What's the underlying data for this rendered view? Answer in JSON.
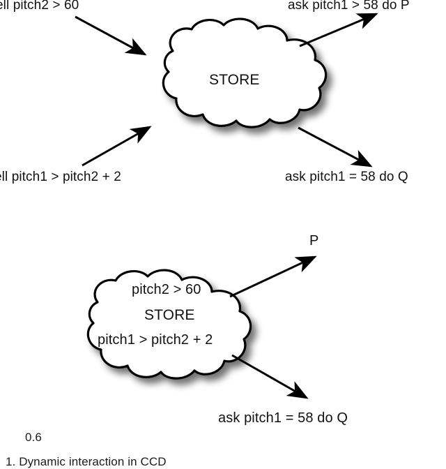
{
  "figure": {
    "caption_number": "0.6",
    "caption_text": "1. Dynamic interaction in CCD",
    "top_diagram": {
      "cloud_label": "STORE",
      "incoming_labels": [
        "ell pitch2 > 60",
        "ell pitch1  > pitch2 + 2"
      ],
      "outgoing_labels": [
        "ask pitch1 > 58 do P",
        "ask pitch1 = 58 do Q"
      ]
    },
    "bottom_diagram": {
      "cloud_lines": [
        "pitch2 > 60",
        "STORE",
        "pitch1  > pitch2 + 2"
      ],
      "outgoing_labels": [
        "P",
        "ask pitch1 = 58 do Q"
      ]
    },
    "colors": {
      "ink": "#000000",
      "cloud_fill": "#ffffff",
      "cloud_stroke": "#000000",
      "shadow": "#9a9a9a"
    }
  }
}
